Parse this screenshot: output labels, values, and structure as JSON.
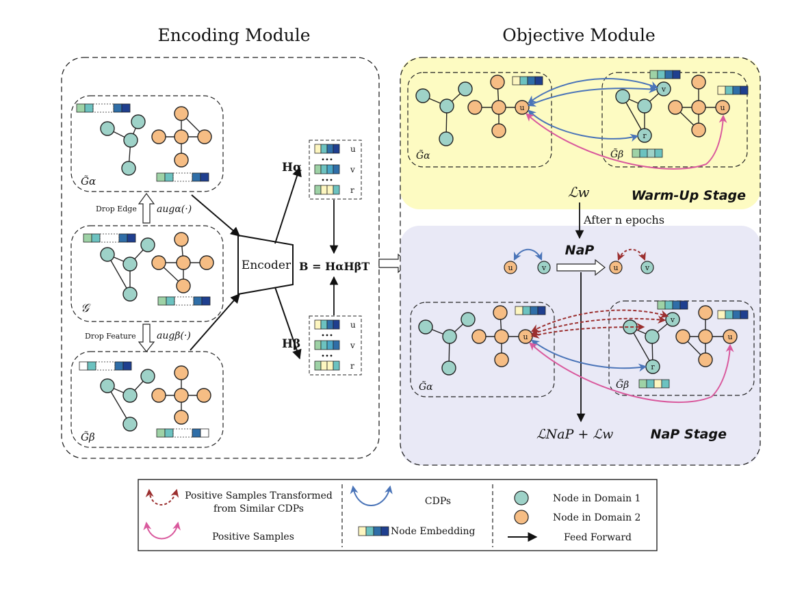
{
  "colors": {
    "domain1_node": "#9ed2c8",
    "domain2_node": "#f6bd84",
    "cdp_arrow": "#4a74b8",
    "positive_arrow": "#d9599d",
    "transformed_arrow": "#9b2f2f",
    "warmup_bg": "#fdfbc2",
    "nap_bg": "#e9e9f6"
  },
  "titles": {
    "encoding_module": "Encoding Module",
    "objective_module": "Objective Module"
  },
  "encoding": {
    "graph_alpha_label": "G̃α",
    "graph_label": "𝒢",
    "graph_beta_label": "G̃β",
    "drop_edge": "Drop Edge",
    "drop_feature": "Drop Feature",
    "aug_alpha": "augα(·)",
    "aug_beta": "augβ(·)",
    "encoder": "Encoder",
    "H_alpha": "Hα",
    "H_beta": "Hβ",
    "B_formula": "B = HαHβT",
    "emb_rows": [
      "u",
      "v",
      "r"
    ]
  },
  "objective": {
    "warmup_stage": "Warm-Up Stage",
    "L_w": "ℒw",
    "after_epochs": "After n epochs",
    "nap": "NaP",
    "nap_stage": "NaP Stage",
    "loss_total": "ℒNaP + ℒw",
    "g_alpha": "G̃α",
    "g_beta": "G̃β",
    "node_u": "u",
    "node_v": "v",
    "node_r": "r"
  },
  "legend": {
    "transformed_line1": "Positive Samples Transformed",
    "transformed_line2": "from Similar CDPs",
    "positive": "Positive Samples",
    "cdps": "CDPs",
    "node_embedding": "Node Embedding",
    "domain1": "Node in Domain 1",
    "domain2": "Node in Domain 2",
    "feed_forward": "Feed Forward"
  }
}
